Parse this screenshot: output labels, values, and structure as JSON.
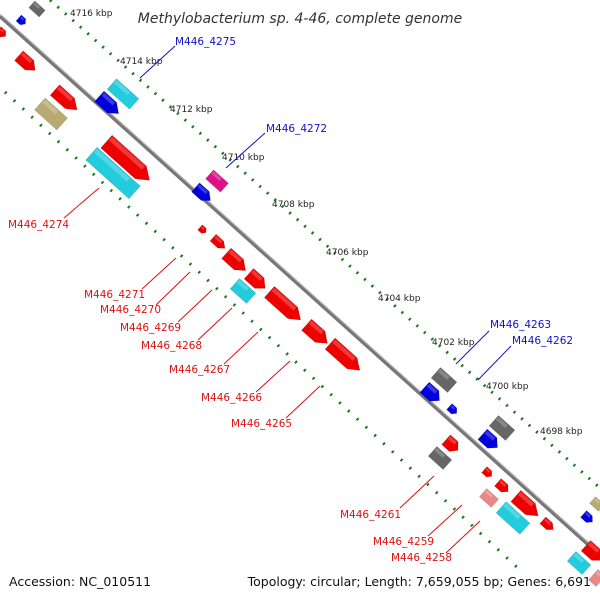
{
  "header": {
    "title": "Methylobacterium sp. 4-46, complete genome"
  },
  "footer": {
    "accession": "Accession: NC_010511",
    "summary": "Topology: circular; Length: 7,659,055 bp; Genes: 6,691"
  },
  "colors": {
    "backbone": "#888888",
    "tick": "#1a7a1a",
    "forward_label": "#1010cc",
    "reverse_label": "#dd1111",
    "red": "#ee0000",
    "blue": "#0000dd",
    "cyan": "#22ccdd",
    "gray": "#666666",
    "olive": "#b8aa70",
    "magenta": "#dd1188",
    "pink": "#e88888"
  },
  "scale_labels": [
    "4716 kbp",
    "4714 kbp",
    "4712 kbp",
    "4710 kbp",
    "4708 kbp",
    "4706 kbp",
    "4704 kbp",
    "4702 kbp",
    "4700 kbp",
    "4698 kbp"
  ],
  "forward_labels": [
    "M446_4275",
    "M446_4272",
    "M446_4263",
    "M446_4262"
  ],
  "reverse_labels": [
    "M446_4274",
    "M446_4271",
    "M446_4270",
    "M446_4269",
    "M446_4268",
    "M446_4267",
    "M446_4266",
    "M446_4265",
    "M446_4261",
    "M446_4259",
    "M446_4258"
  ]
}
